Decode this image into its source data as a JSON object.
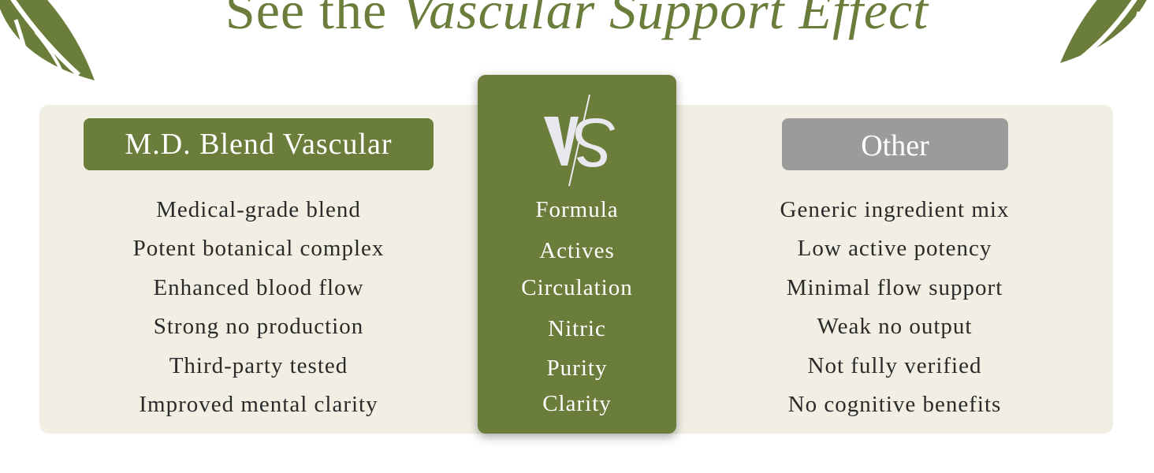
{
  "title": {
    "prefix": "See the ",
    "italic": "Vascular Support Effect"
  },
  "left_header": "M.D. Blend Vascular",
  "right_header": "Other",
  "vs_label": "VS",
  "rows": [
    {
      "left": "Medical-grade blend",
      "mid": "Formula",
      "right": "Generic ingredient mix"
    },
    {
      "left": "Potent botanical complex",
      "mid": "Actives",
      "right": "Low active potency"
    },
    {
      "left": "Enhanced blood flow",
      "mid": "Circulation",
      "right": "Minimal flow support"
    },
    {
      "left": "Strong no production",
      "mid": "Nitric",
      "right": "Weak no output"
    },
    {
      "left": "Third-party tested",
      "mid": "Purity",
      "right": "Not fully verified"
    },
    {
      "left": "Improved mental clarity",
      "mid": "Clarity",
      "right": "No cognitive benefits"
    }
  ],
  "colors": {
    "brand_green": "#6a7d3a",
    "panel_bg": "#f1efe4",
    "other_gray": "#9b9b9b",
    "vs_text": "#e8e8ee"
  }
}
